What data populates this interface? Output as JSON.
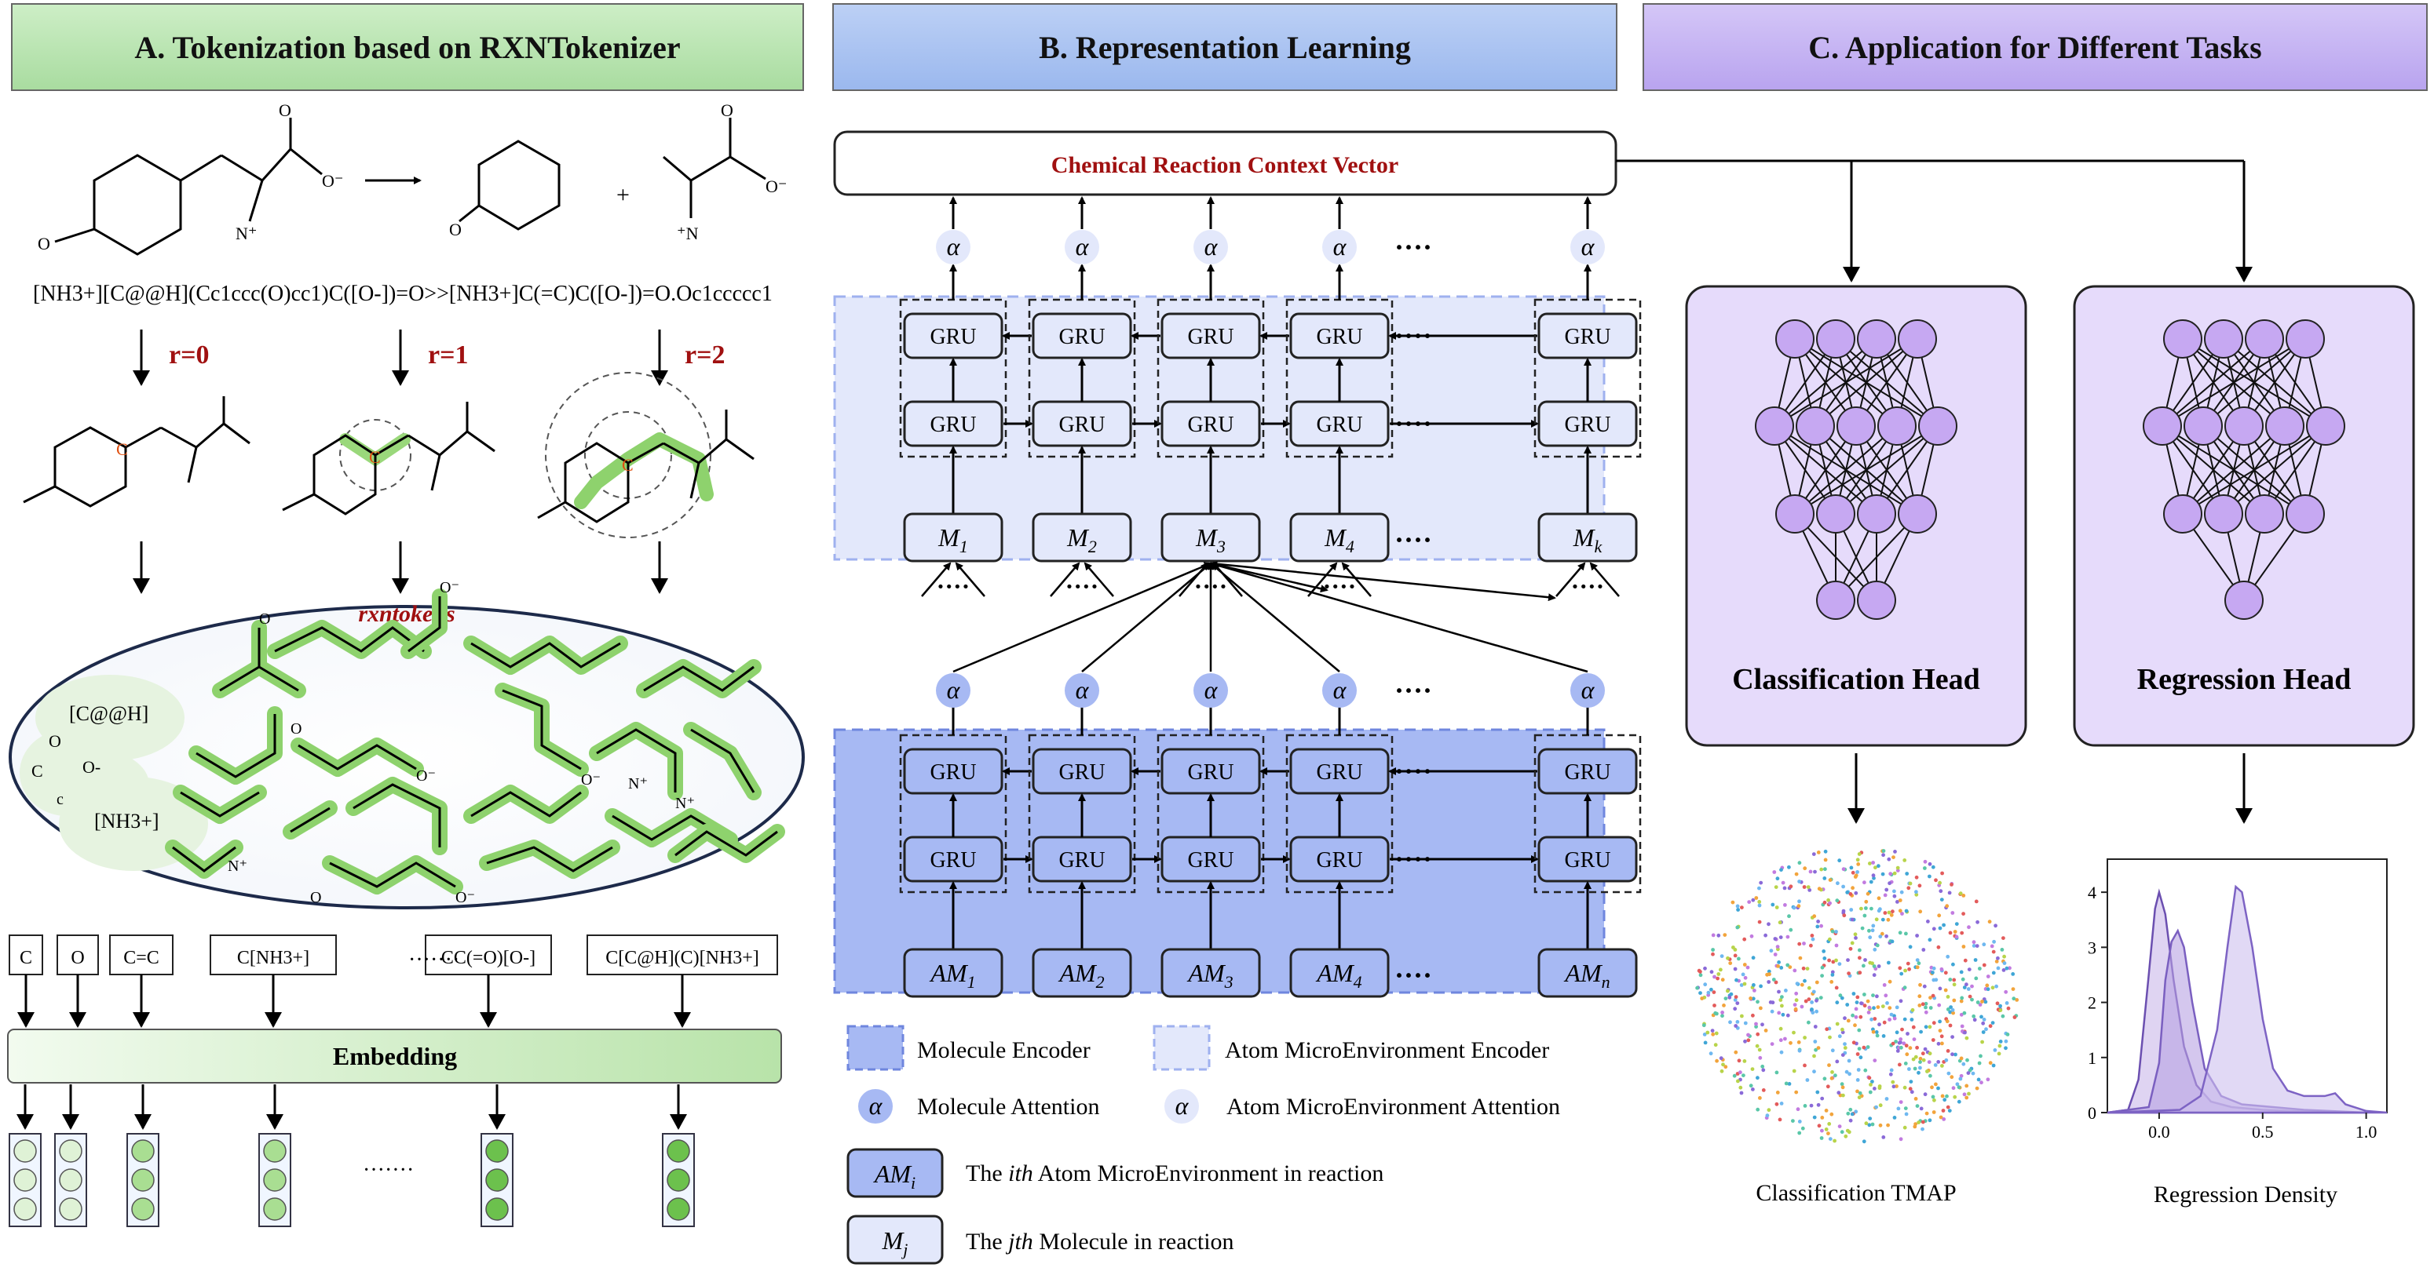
{
  "panels": {
    "a_title": "A. Tokenization based on RXNTokenizer",
    "b_title": "B. Representation Learning",
    "c_title": "C. Application for Different Tasks"
  },
  "panel_a": {
    "smiles": "[NH3+][C@@H](Cc1ccc(O)cc1)C([O-])=O>>[NH3+]C(=C)C([O-])=O.Oc1ccccc1",
    "radius_labels": [
      "r=0",
      "r=1",
      "r=2"
    ],
    "rxntokens_label": "rxntokens",
    "pool_fragments": [
      "[C@@H]",
      "O",
      "O-",
      "C",
      "c",
      "[NH3+]"
    ],
    "tokens": [
      "C",
      "O",
      "C=C",
      "C[NH3+]",
      "CC(=O)[O-]",
      "C[C@H](C)[NH3+]"
    ],
    "dots": "·······",
    "embedding_label": "Embedding"
  },
  "panel_b": {
    "context_vector": "Chemical Reaction Context Vector",
    "attention_symbol": "α",
    "gru_label": "GRU",
    "ellipsis": "····",
    "molecule_tokens": [
      {
        "base": "M",
        "sub": "1"
      },
      {
        "base": "M",
        "sub": "2"
      },
      {
        "base": "M",
        "sub": "3"
      },
      {
        "base": "M",
        "sub": "4"
      },
      {
        "base": "M",
        "sub": "k"
      }
    ],
    "atom_tokens": [
      {
        "base": "AM",
        "sub": "1"
      },
      {
        "base": "AM",
        "sub": "2"
      },
      {
        "base": "AM",
        "sub": "3"
      },
      {
        "base": "AM",
        "sub": "4"
      },
      {
        "base": "AM",
        "sub": "n"
      }
    ],
    "legend": {
      "molecule_encoder": "Molecule Encoder",
      "atom_env_encoder": "Atom MicroEnvironment Encoder",
      "molecule_attention": "Molecule Attention",
      "atom_env_attention": "Atom MicroEnvironment Attention",
      "am_i_base": "AM",
      "am_i_sub": "i",
      "am_i_pre": "The ",
      "am_i_em": "ith",
      "am_i_post": " Atom MicroEnvironment in reaction",
      "m_j_base": "M",
      "m_j_sub": "j",
      "m_j_pre": "The ",
      "m_j_em": "jth",
      "m_j_post": " Molecule in reaction"
    },
    "colors": {
      "molecule_encoder": "#a7b9f3",
      "atom_env_encoder": "#e3e8fb",
      "context_text": "#a01010"
    }
  },
  "panel_c": {
    "classification_head": "Classification Head",
    "regression_head": "Regression Head",
    "classification_caption": "Classification TMAP",
    "regression_caption": "Regression Density",
    "node_color": "#c6a8f2"
  },
  "chart_data": {
    "type": "area",
    "title": "",
    "xlabel": "",
    "ylabel": "",
    "xlim": [
      -0.25,
      1.1
    ],
    "ylim": [
      0,
      4.6
    ],
    "xticks": [
      "0.0",
      "0.5",
      "1.0"
    ],
    "yticks": [
      "0",
      "1",
      "2",
      "3",
      "4"
    ],
    "series": [
      {
        "x": [
          -0.25,
          -0.15,
          -0.1,
          -0.05,
          -0.02,
          0.0,
          0.03,
          0.07,
          0.12,
          0.18,
          0.25,
          0.35,
          0.5,
          0.7,
          1.0
        ],
        "y": [
          0,
          0.05,
          0.6,
          2.5,
          3.7,
          4.0,
          3.6,
          2.4,
          1.2,
          0.5,
          0.2,
          0.1,
          0.05,
          0.02,
          0
        ]
      },
      {
        "x": [
          -0.25,
          -0.05,
          0.0,
          0.03,
          0.06,
          0.09,
          0.12,
          0.16,
          0.22,
          0.3,
          0.4,
          0.55,
          0.7,
          1.0
        ],
        "y": [
          0,
          0.1,
          0.9,
          2.4,
          3.1,
          3.3,
          3.0,
          2.0,
          0.8,
          0.3,
          0.15,
          0.1,
          0.05,
          0
        ]
      },
      {
        "x": [
          -0.25,
          0.1,
          0.2,
          0.28,
          0.33,
          0.37,
          0.4,
          0.45,
          0.5,
          0.55,
          0.62,
          0.7,
          0.8,
          0.85,
          0.9,
          1.0,
          1.1
        ],
        "y": [
          0,
          0.05,
          0.3,
          1.5,
          3.0,
          4.1,
          4.0,
          3.0,
          1.7,
          0.8,
          0.4,
          0.3,
          0.3,
          0.35,
          0.15,
          0.03,
          0
        ]
      }
    ]
  }
}
